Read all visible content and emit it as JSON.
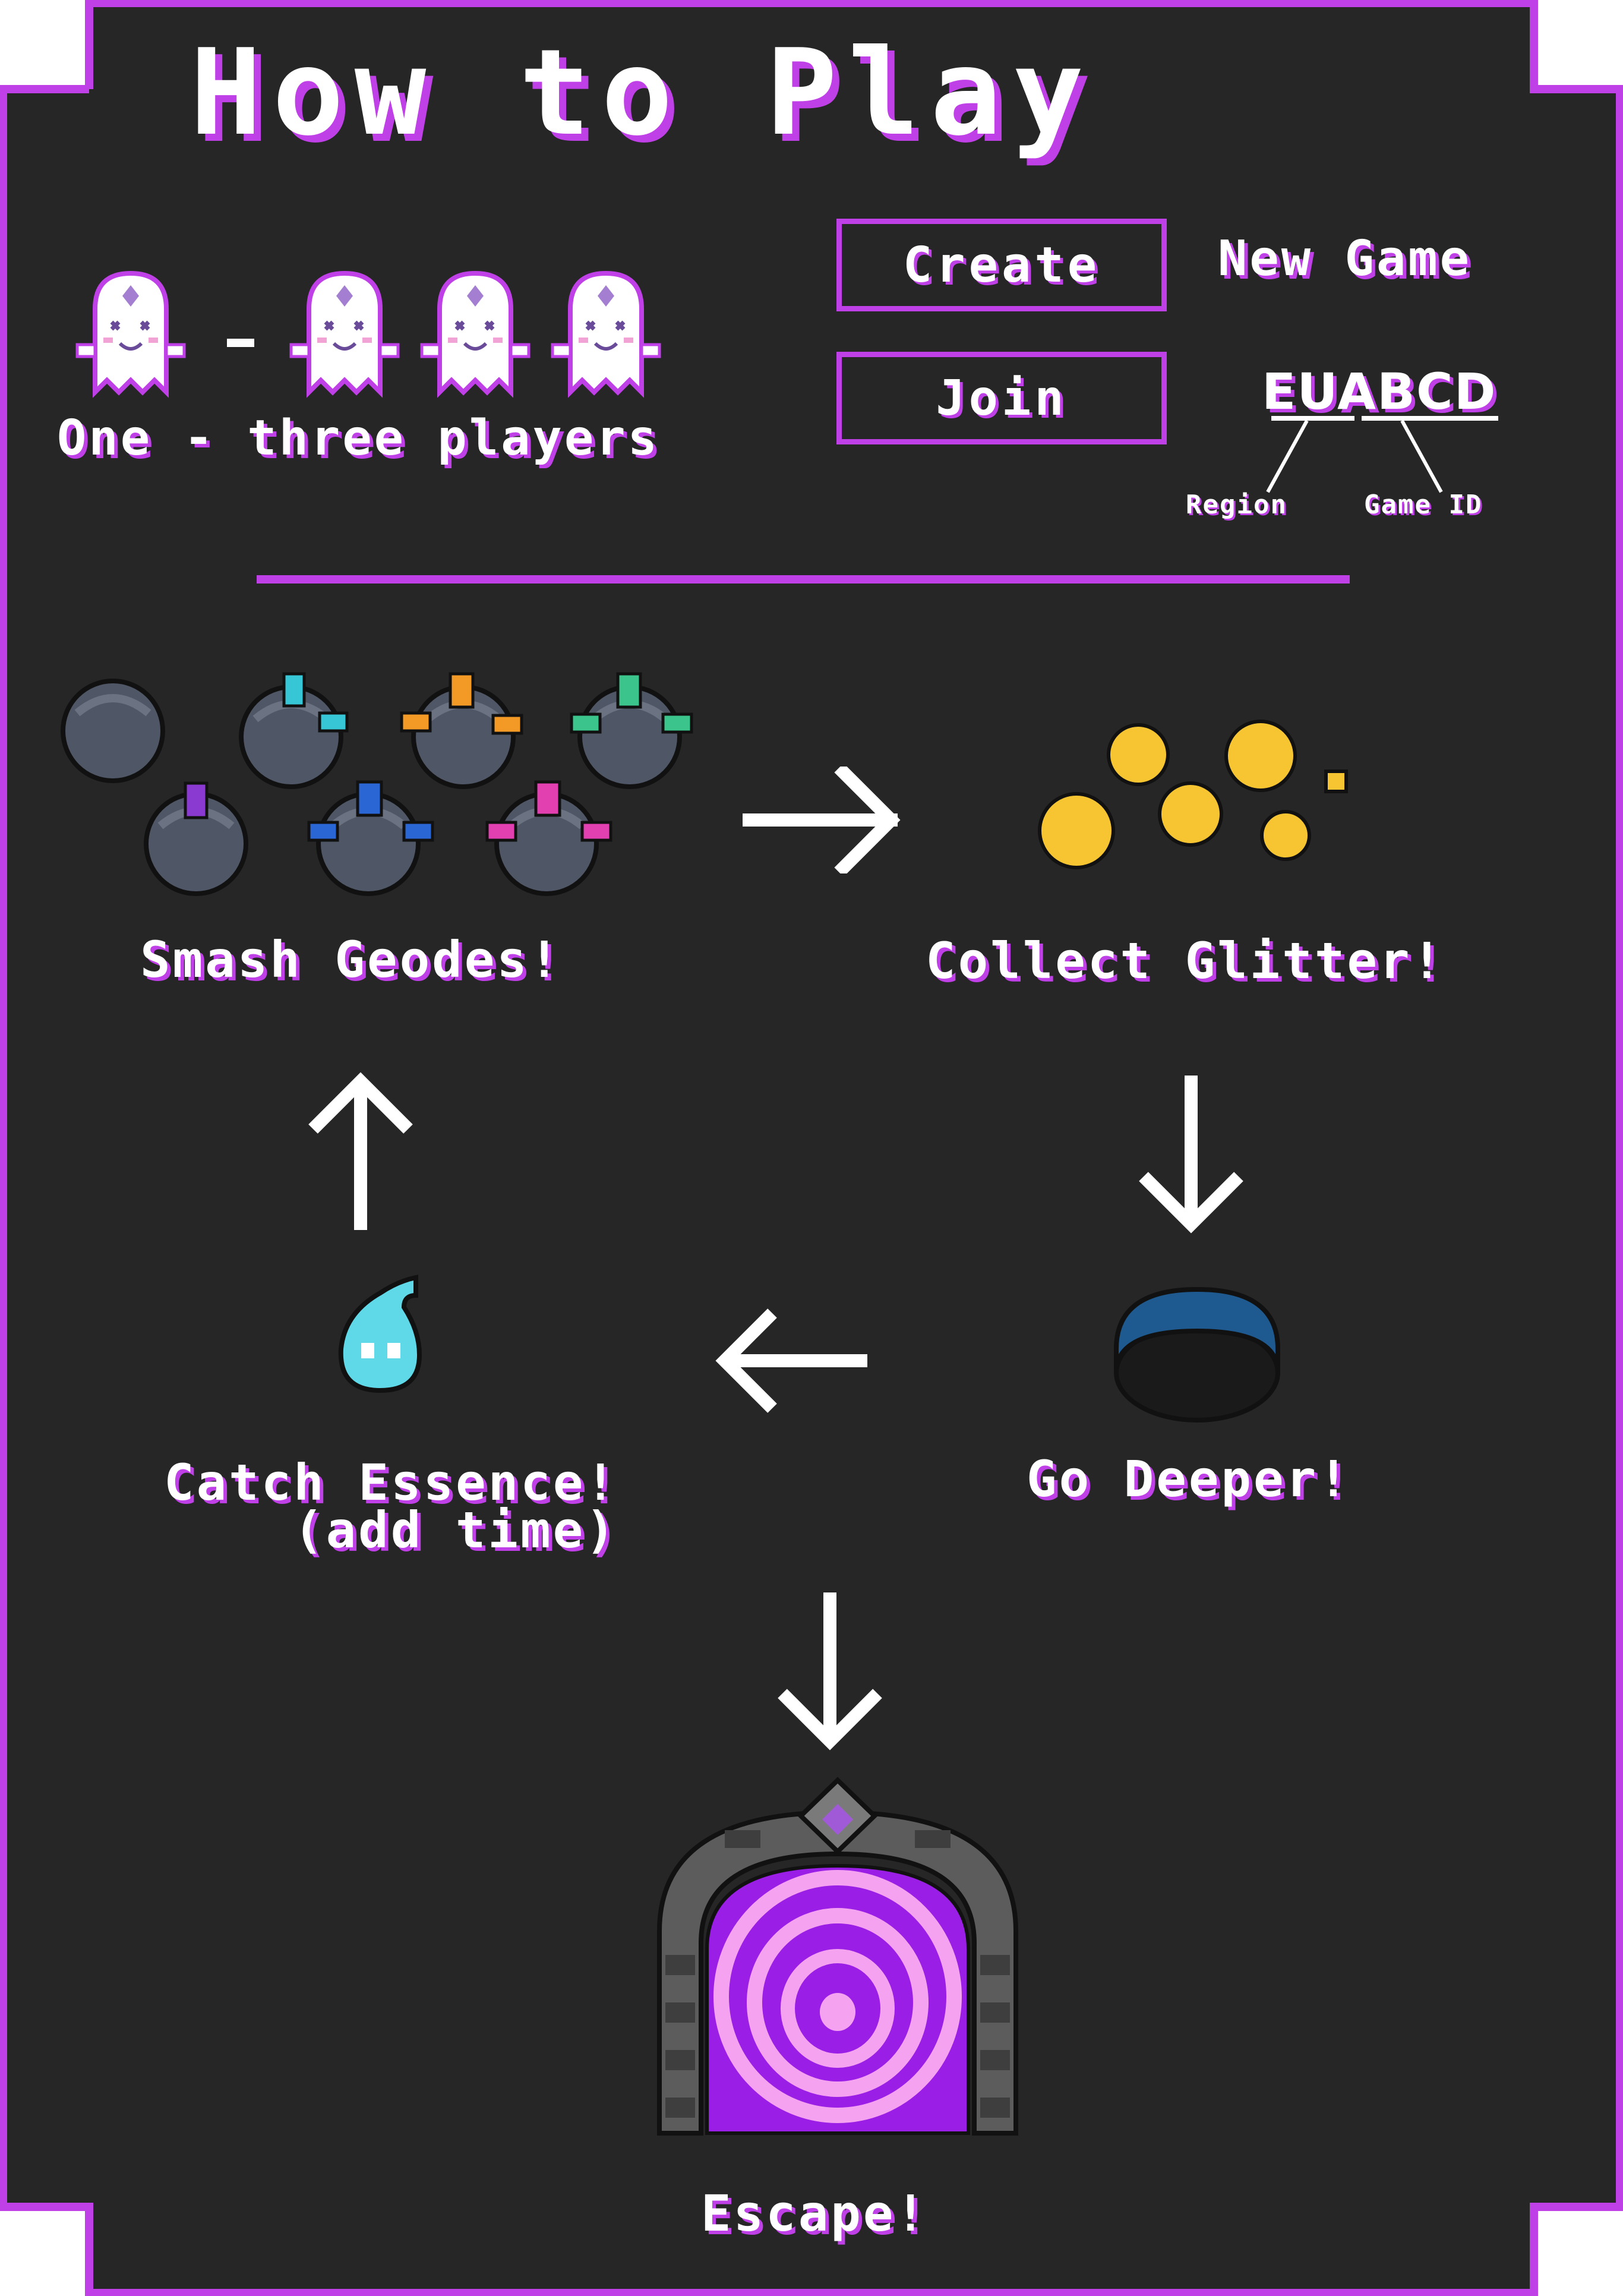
{
  "title": "How to Play",
  "players": {
    "label": "One - three players",
    "dash": "-"
  },
  "buttons": {
    "create": "Create",
    "join": "Join"
  },
  "new_game_label": "New Game",
  "game_code": {
    "code": "EUABCD",
    "region_label": "Region",
    "game_id_label": "Game ID"
  },
  "steps": {
    "smash": "Smash Geodes!",
    "collect": "Collect Glitter!",
    "deeper": "Go Deeper!",
    "catch_line1": "Catch Essence!",
    "catch_line2": "(add time)",
    "escape": "Escape!"
  },
  "colors": {
    "background": "#262626",
    "accent": "#c040e8",
    "text": "#ffffff",
    "frame_corner": "#ffffff"
  },
  "icons": [
    "ghost-icon",
    "geode-icon",
    "glitter-coin-icon",
    "hole-icon",
    "essence-drop-icon",
    "portal-icon",
    "arrow-icon"
  ]
}
